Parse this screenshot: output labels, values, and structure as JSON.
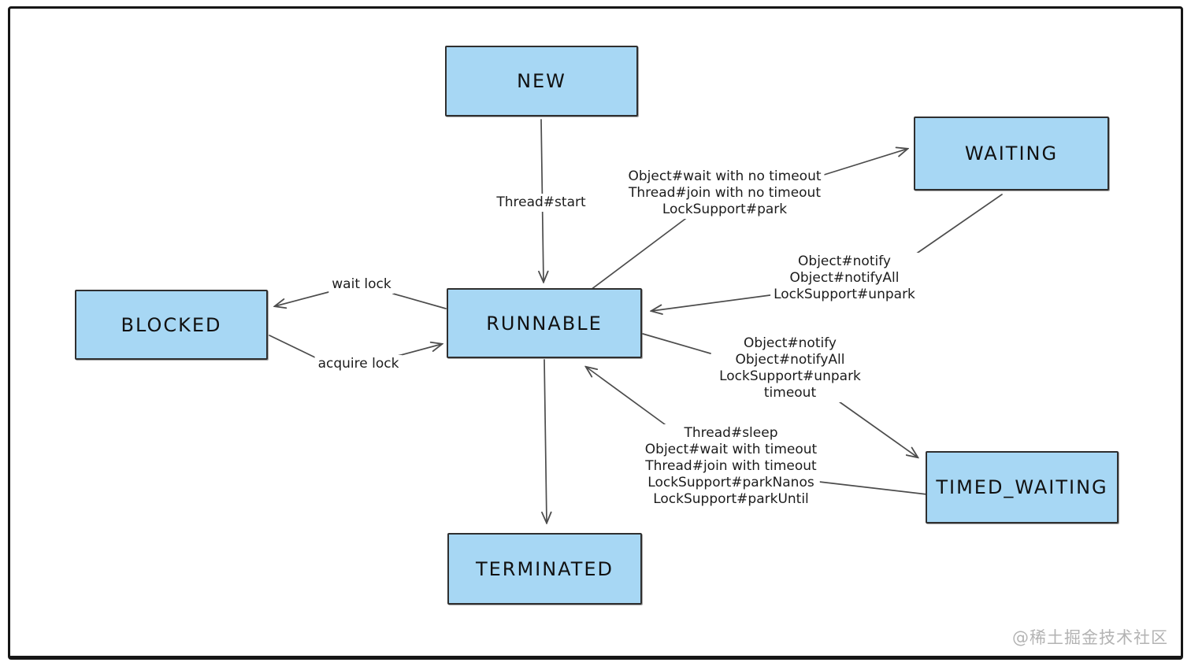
{
  "watermark": "@稀土掘金技术社区",
  "colors": {
    "background": "#ffffff",
    "node_fill": "#a7d7f4",
    "node_border": "#2f2f2f",
    "arrow_stroke": "#4c4c4c",
    "label_text": "#1c1c1c",
    "watermark_text": "#b3b3b3",
    "frame_border": "#161616"
  },
  "nodes": {
    "new": {
      "label": "NEW"
    },
    "waiting": {
      "label": "WAITING"
    },
    "runnable": {
      "label": "RUNNABLE"
    },
    "blocked": {
      "label": "BLOCKED"
    },
    "timed_waiting": {
      "label": "TIMED_WAITING"
    },
    "terminated": {
      "label": "TERMINATED"
    }
  },
  "edges": {
    "new_to_runnable": {
      "from": "NEW",
      "to": "RUNNABLE",
      "label": "Thread#start"
    },
    "runnable_to_waiting": {
      "from": "RUNNABLE",
      "to": "WAITING",
      "lines": [
        "Object#wait with no timeout",
        "Thread#join with no timeout",
        "LockSupport#park"
      ]
    },
    "waiting_to_runnable": {
      "from": "WAITING",
      "to": "RUNNABLE",
      "lines": [
        "Object#notify",
        "Object#notifyAll",
        "LockSupport#unpark"
      ]
    },
    "runnable_to_blocked": {
      "from": "RUNNABLE",
      "to": "BLOCKED",
      "label": "wait lock"
    },
    "blocked_to_runnable": {
      "from": "BLOCKED",
      "to": "RUNNABLE",
      "label": "acquire lock"
    },
    "runnable_to_timed_waiting": {
      "from": "RUNNABLE",
      "to": "TIMED_WAITING",
      "lines": [
        "Object#notify",
        "Object#notifyAll",
        "LockSupport#unpark",
        "timeout"
      ]
    },
    "timed_waiting_to_runnable": {
      "from": "TIMED_WAITING",
      "to": "RUNNABLE",
      "lines": [
        "Thread#sleep",
        "Object#wait with timeout",
        "Thread#join with timeout",
        "LockSupport#parkNanos",
        "LockSupport#parkUntil"
      ]
    },
    "runnable_to_terminated": {
      "from": "RUNNABLE",
      "to": "TERMINATED"
    }
  }
}
